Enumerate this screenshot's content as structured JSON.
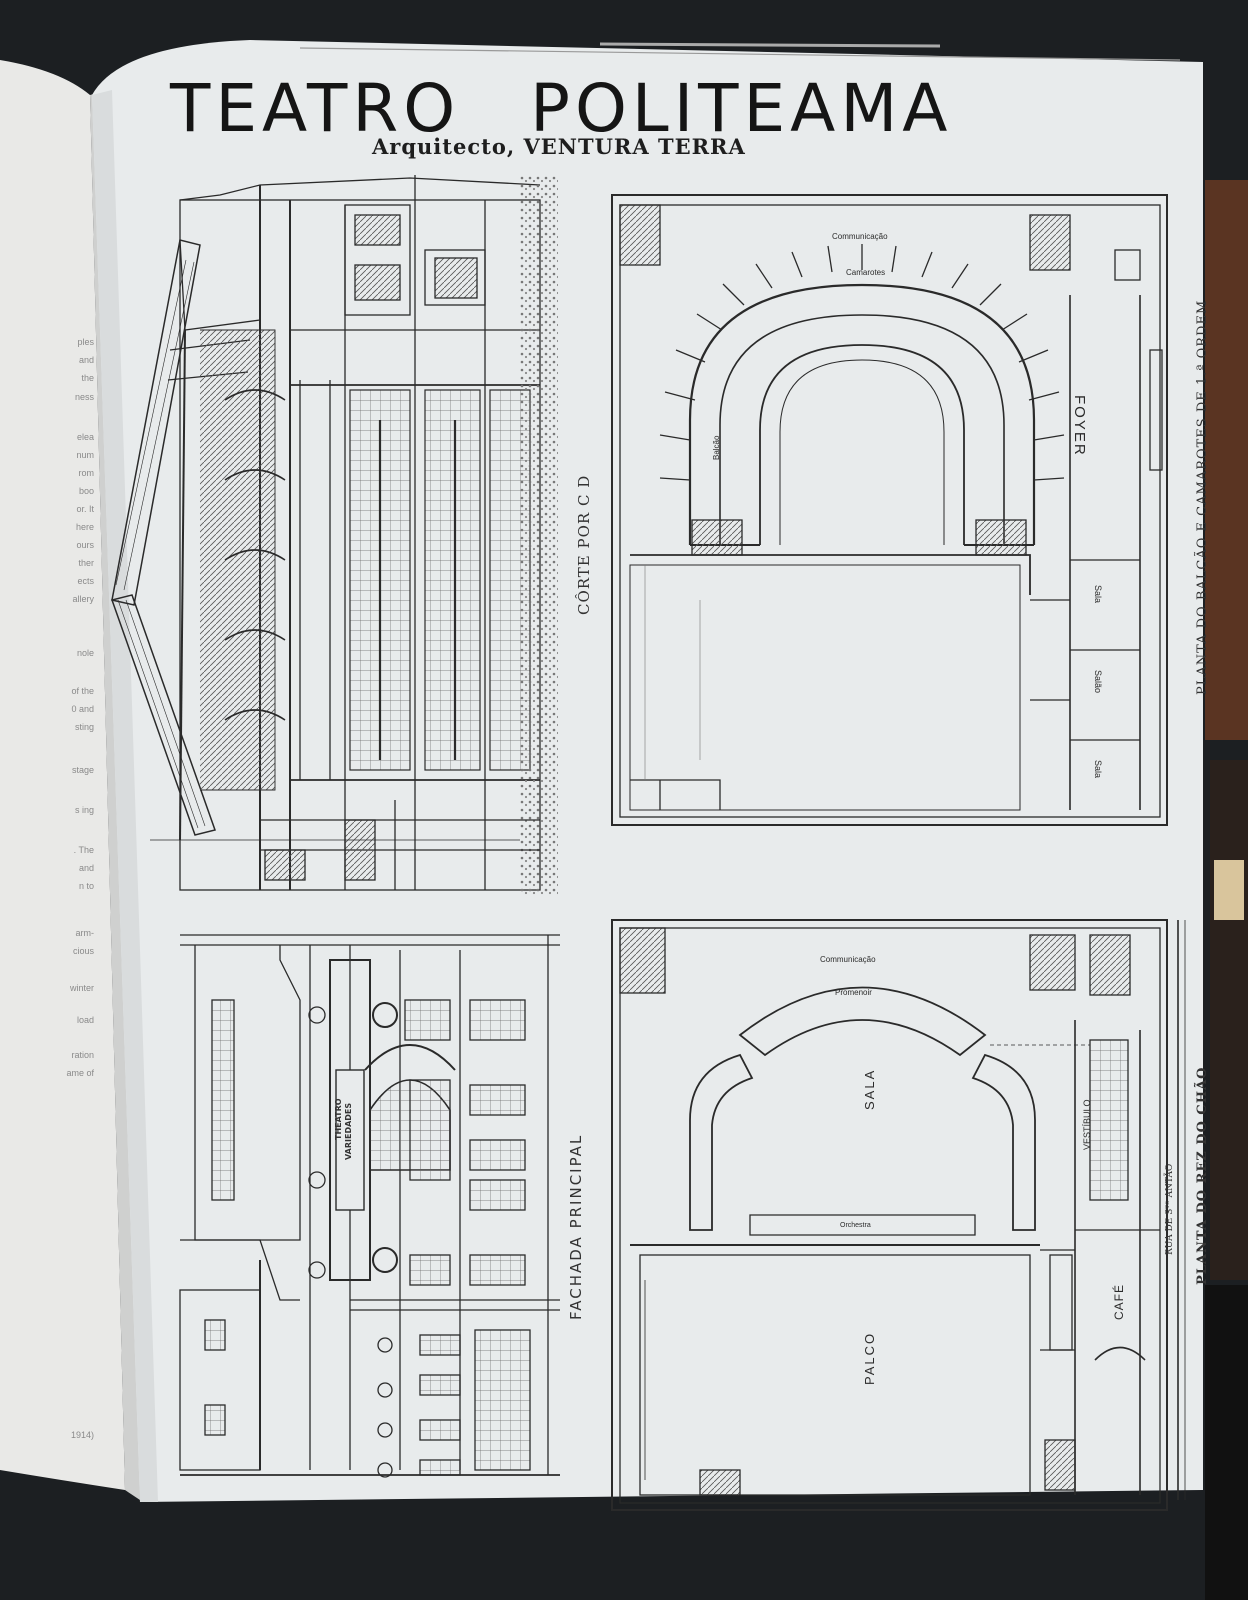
{
  "sheet": {
    "title_word1": "TEATRO",
    "title_word2": "POLITEAMA",
    "subtitle": "Arquitecto, VENTURA TERRA"
  },
  "drawings": {
    "section": {
      "caption": "CÔRTE POR C D"
    },
    "facade": {
      "caption": "FACHADA PRINCIPAL",
      "sign_theatre": "THEATRO",
      "sign_variedades": "VARIEDADES"
    },
    "upper_plan": {
      "caption": "PLANTA DO BALCÃO E CAMAROTES DE 1.ª ORDEM",
      "labels": {
        "foyer": "FOYER",
        "sala1": "Sala",
        "sala2": "Salão",
        "sala3": "Sala",
        "comm": "Communicação",
        "camarotes": "Camarotes",
        "balcao": "Balcão"
      }
    },
    "ground_plan": {
      "caption": "PLANTA DO REZ DO CHÃO",
      "street": "RUA DE Sᵀᴼ ANTÃO",
      "labels": {
        "sala": "SALA",
        "palco": "PALCO",
        "cafe": "CAFÉ",
        "vestibulo": "VESTÍBULO",
        "comm": "Communicação",
        "promenoir": "Promenoir",
        "orchestra": "Orchestra"
      }
    }
  },
  "left_page": {
    "lines": [
      "ples",
      "and",
      "the",
      "ness",
      "elea",
      "num",
      "rom",
      "boo",
      "or. It",
      "here",
      "ours",
      "ther",
      "ects",
      "allery",
      "nole",
      "of the",
      "0 and",
      "sting",
      "stage",
      "s ing",
      ". The",
      "and",
      "n to",
      "arm-",
      "cious",
      "winter",
      "load",
      "ration",
      "ame of",
      "1914)"
    ]
  },
  "colors": {
    "paper": "#e8ebec",
    "ink": "#2a2a2a",
    "background": "#1c1f22"
  }
}
